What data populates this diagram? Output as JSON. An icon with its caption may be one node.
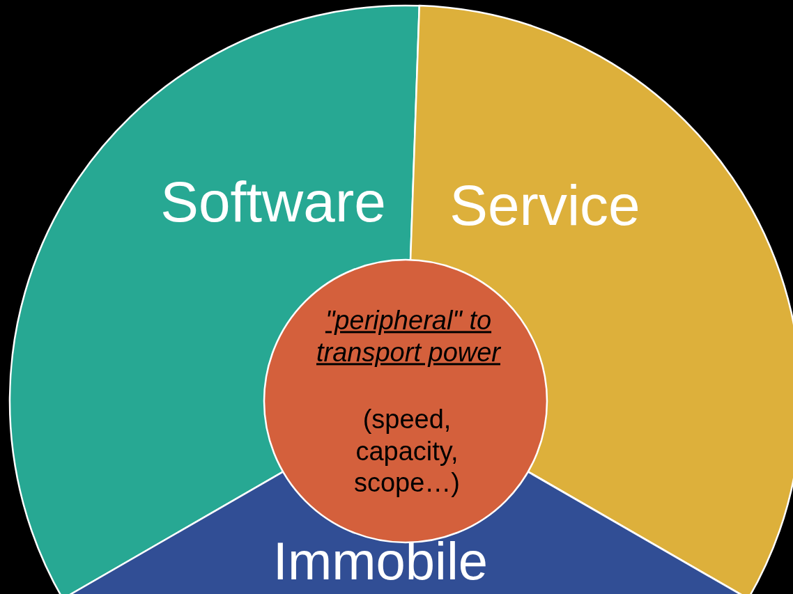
{
  "diagram": {
    "nodes": [
      {
        "text": [
          "Software"
        ]
      },
      {
        "text": [
          "Service"
        ]
      },
      {
        "text": [
          "Immobile"
        ]
      },
      {
        "text": [
          "\"peripheral\" to transport power",
          "(speed, capacity, scope…)"
        ]
      }
    ]
  }
}
